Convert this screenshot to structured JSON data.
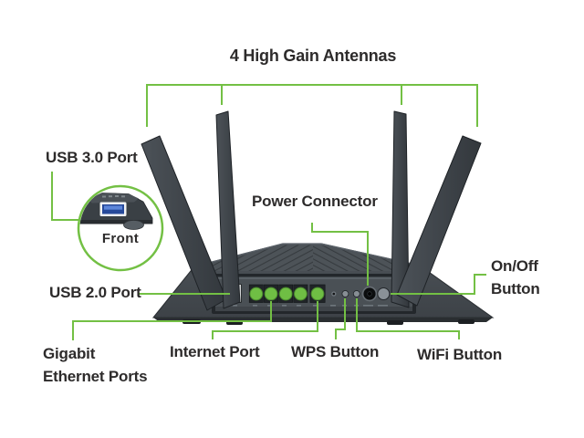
{
  "diagram": {
    "title": "4 High Gain Antennas",
    "callouts": {
      "usb3_port": "USB 3.0 Port",
      "front_view": "Front",
      "power_connector": "Power Connector",
      "usb2_port": "USB 2.0 Port",
      "on_off_button": "On/Off\nButton",
      "gigabit_ethernet_ports": "Gigabit\nEthernet Ports",
      "internet_port": "Internet Port",
      "wps_button": "WPS Button",
      "wifi_button": "WiFi Button"
    },
    "colors": {
      "callout_line_green": "#73c044",
      "port_highlight_green": "#6fbe44",
      "label_text": "#2d2b2b",
      "router_body_gray": "#454a4f",
      "usb3_port_blue": "#274a9b"
    }
  }
}
